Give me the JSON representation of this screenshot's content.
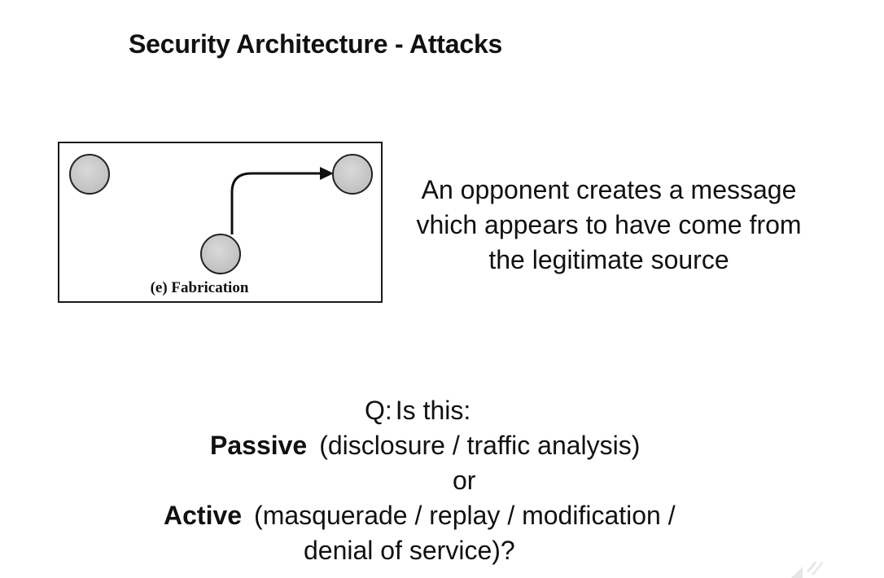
{
  "slide": {
    "title": "Security Architecture - Attacks"
  },
  "diagram": {
    "caption": "(e) Fabrication"
  },
  "description": {
    "lines": [
      "An opponent creates a message",
      "vhich appears to have come from",
      "the legitimate source"
    ]
  },
  "question": {
    "prefix": "Q:",
    "lead": "Is this:",
    "passive_label": "Passive",
    "passive_detail": "(disclosure / traffic analysis)",
    "or": "or",
    "active_label": "Active",
    "active_detail": "(masquerade / replay / modification /",
    "active_detail_cont": "denial of service)?"
  },
  "icons": {
    "speaker": "speaker-icon"
  }
}
